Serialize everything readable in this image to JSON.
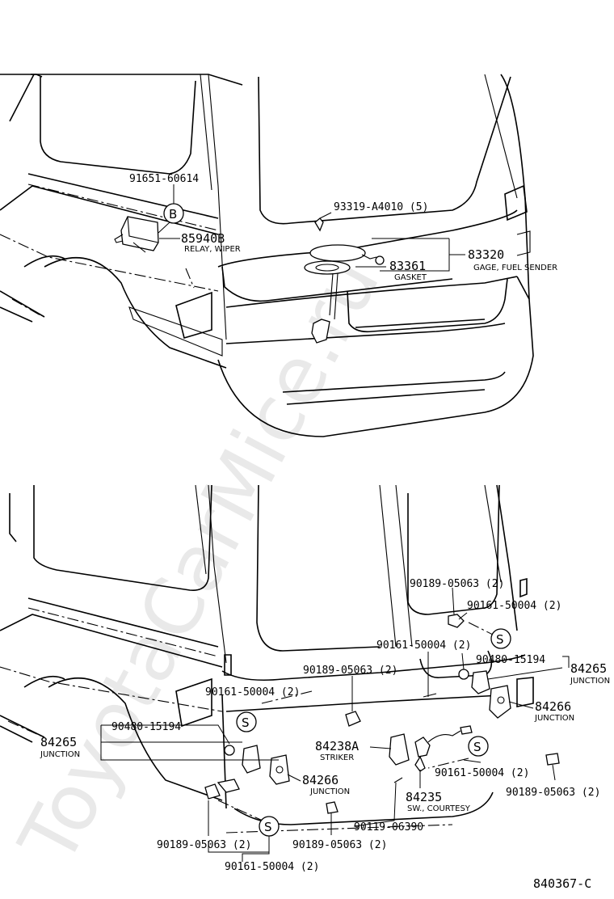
{
  "diagram_code": "840367-C",
  "watermark": "ToyotaCarMice.ru",
  "top_view": {
    "callouts": {
      "c91651": "91651-60614",
      "c85940b": "85940B",
      "c85940b_sub": "RELAY, WIPER",
      "c93319": "93319-A4010 (5)",
      "c83320": "83320",
      "c83320_sub": "GAGE, FUEL SENDER",
      "c83361": "83361",
      "c83361_sub": "GASKET",
      "circle_b": "B"
    }
  },
  "bottom_view": {
    "callouts": {
      "a": "90189-05063 (2)",
      "b": "90161-50004 (2)",
      "c": "90161-50004 (2)",
      "d": "90480-15194",
      "e": "84265",
      "e_sub": "JUNCTION",
      "f": "90189-05063 (2)",
      "g": "84266",
      "g_sub": "JUNCTION",
      "h": "90161-50004 (2)",
      "i": "90480-15194",
      "j": "84265",
      "j_sub": "JUNCTION",
      "k": "84238A",
      "k_sub": "STRIKER",
      "l": "84266",
      "l_sub": "JUNCTION",
      "m": "90161-50004 (2)",
      "n": "84235",
      "n_sub": "SW., COURTESY",
      "o": "90189-05063 (2)",
      "p": "90119-06390",
      "q": "90189-05063 (2)",
      "r": "90189-05063 (2)",
      "s": "90161-50004 (2)",
      "circle_s": "S"
    }
  }
}
